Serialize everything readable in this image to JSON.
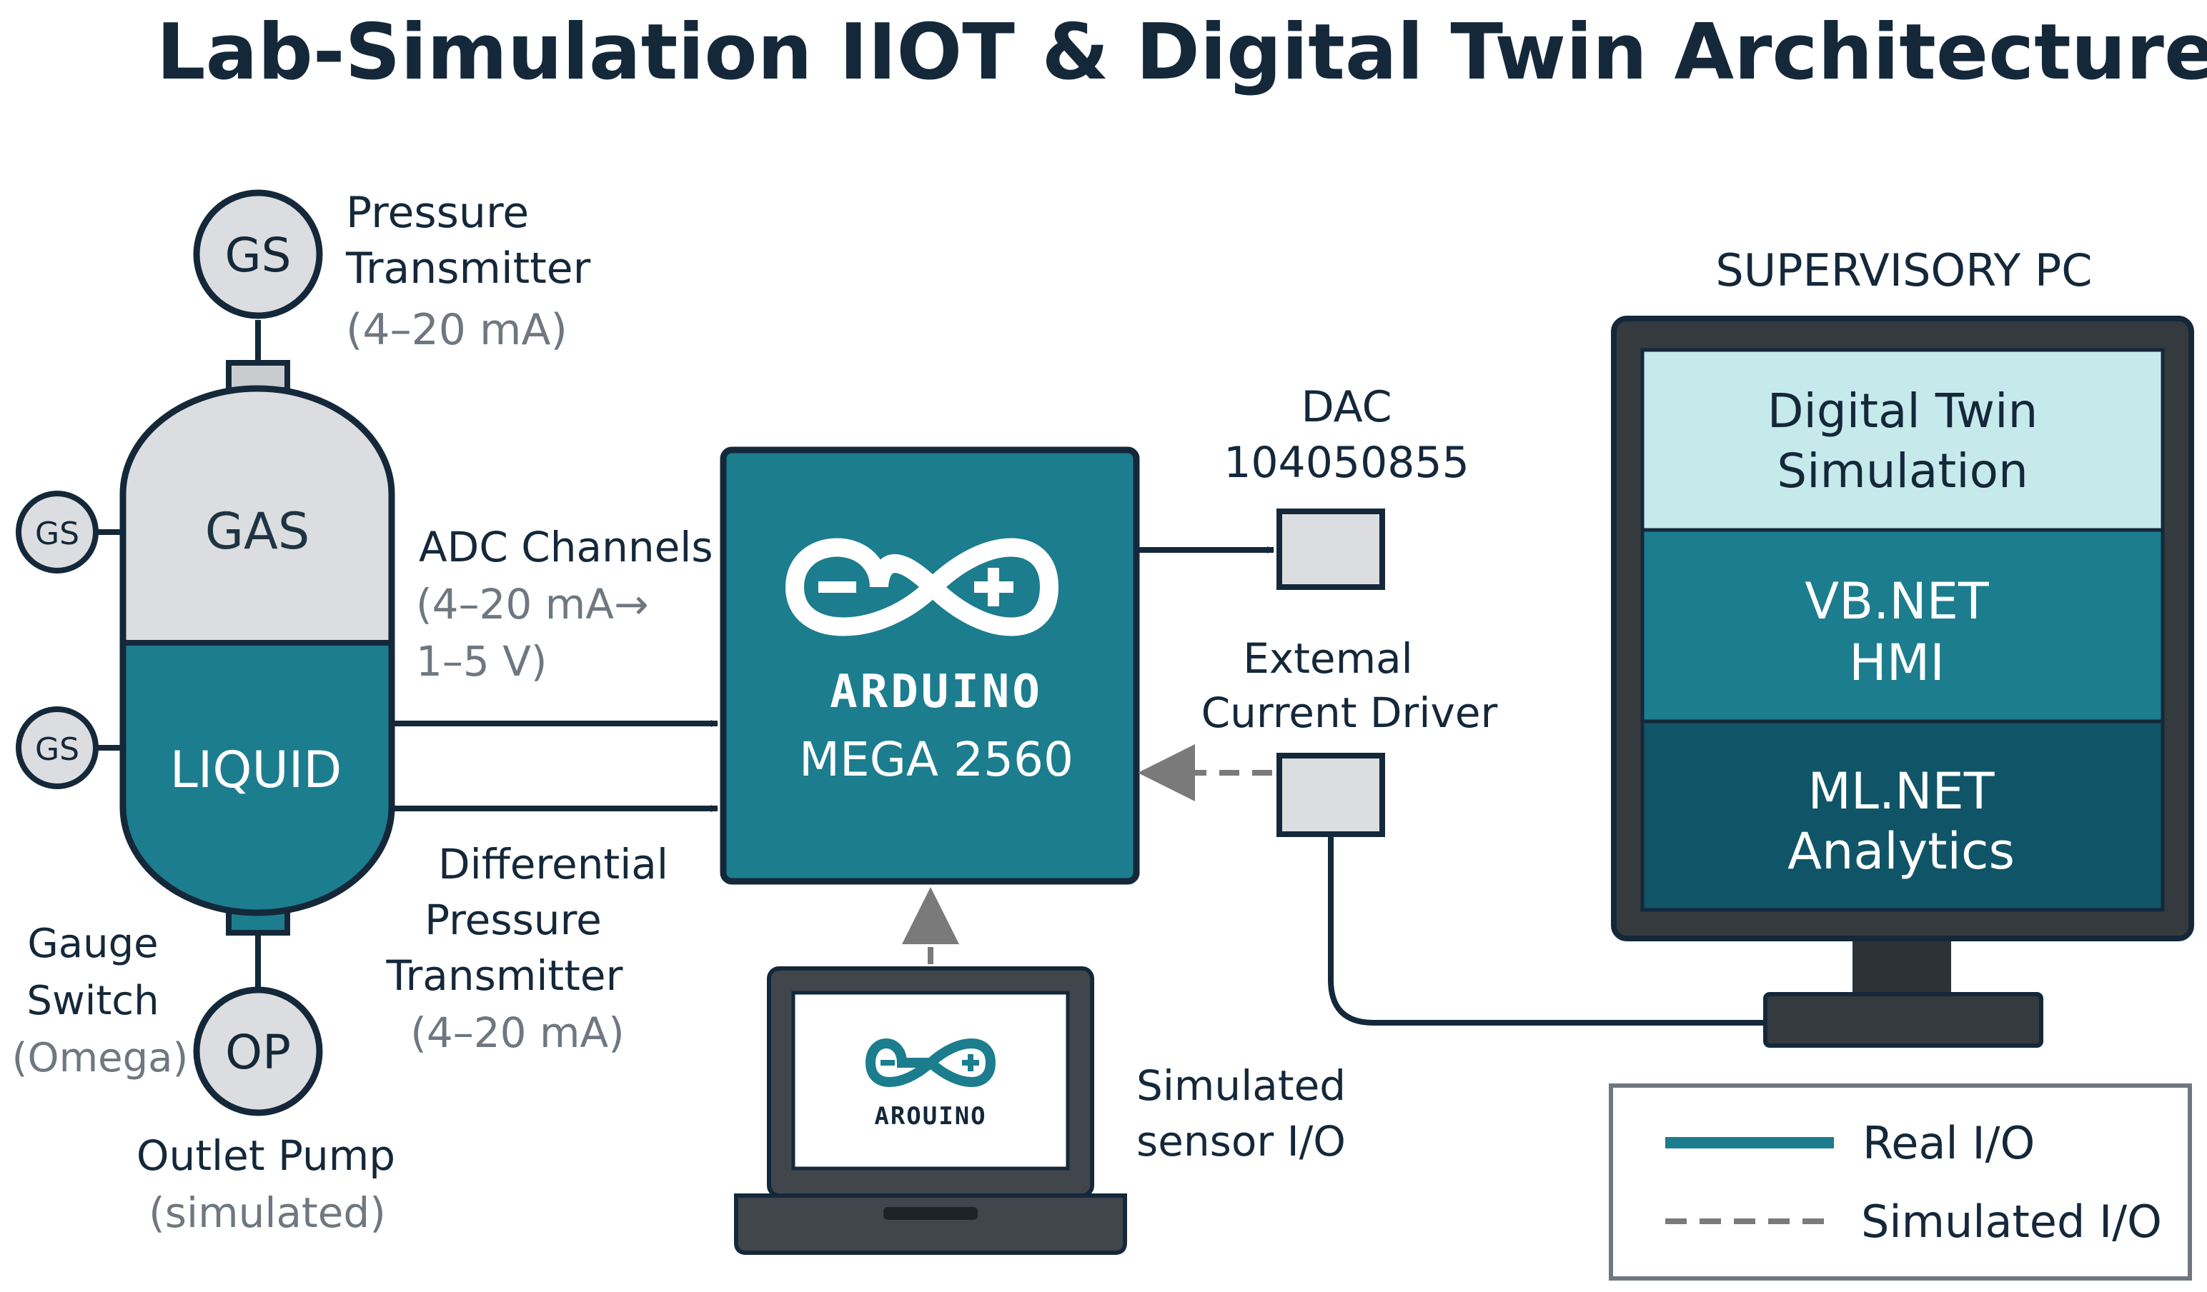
{
  "title": "Lab-Simulation IIOT & Digital Twin Architecture",
  "colors": {
    "teal": "#1c7d8e",
    "teal_dark": "#0f5567",
    "teal_light": "#c6e9ec",
    "gray_fill": "#dcdde0",
    "navy": "#14283a",
    "line": "#14283a",
    "dashed": "#7a7a7a",
    "subtle": "#6f7780",
    "monitor_frame": "#353a3f"
  },
  "tank": {
    "gas_label": "GAS",
    "liquid_label": "LIQUID",
    "top_gauge": "GS",
    "left_gauge_upper": "GS",
    "left_gauge_lower": "GS",
    "bottom_gauge": "OP"
  },
  "labels": {
    "pressure_transmitter": {
      "line1": "Pressure",
      "line2": "Transmitter",
      "line3": "(4–20 mA)"
    },
    "adc": {
      "line1": "ADC Channels",
      "line2": "(4–20 mA→",
      "line3": "1–5 V)"
    },
    "differential": {
      "line1": "Differential",
      "line2": "Pressure",
      "line3": "Transmitter",
      "line4": "(4–20 mA)"
    },
    "gauge_switch": {
      "line1": "Gauge",
      "line2": "Switch",
      "line3": "(Omega)"
    },
    "outlet_pump": {
      "line1": "Outlet Pump",
      "line2": "(simulated)"
    },
    "dac": {
      "line1": "DAC",
      "line2": "104050855"
    },
    "current_driver": {
      "line1": "Extemal",
      "line2": "Current Driver"
    },
    "simulated_sensor": {
      "line1": "Simulated",
      "line2": "sensor I/O"
    }
  },
  "arduino": {
    "line1": "ARDUINO",
    "line2": "MEGA 2560",
    "laptop_logo_text": "AROUINO"
  },
  "pc": {
    "title": "SUPERVISORY PC",
    "layers": [
      {
        "line1": "Digital Twin",
        "line2": "Simulation"
      },
      {
        "line1": "VB.NET",
        "line2": "HMI"
      },
      {
        "line1": "ML.NET",
        "line2": "Analytics"
      }
    ]
  },
  "legend": {
    "real": "Real I/O",
    "simulated": "Simulated I/O"
  }
}
